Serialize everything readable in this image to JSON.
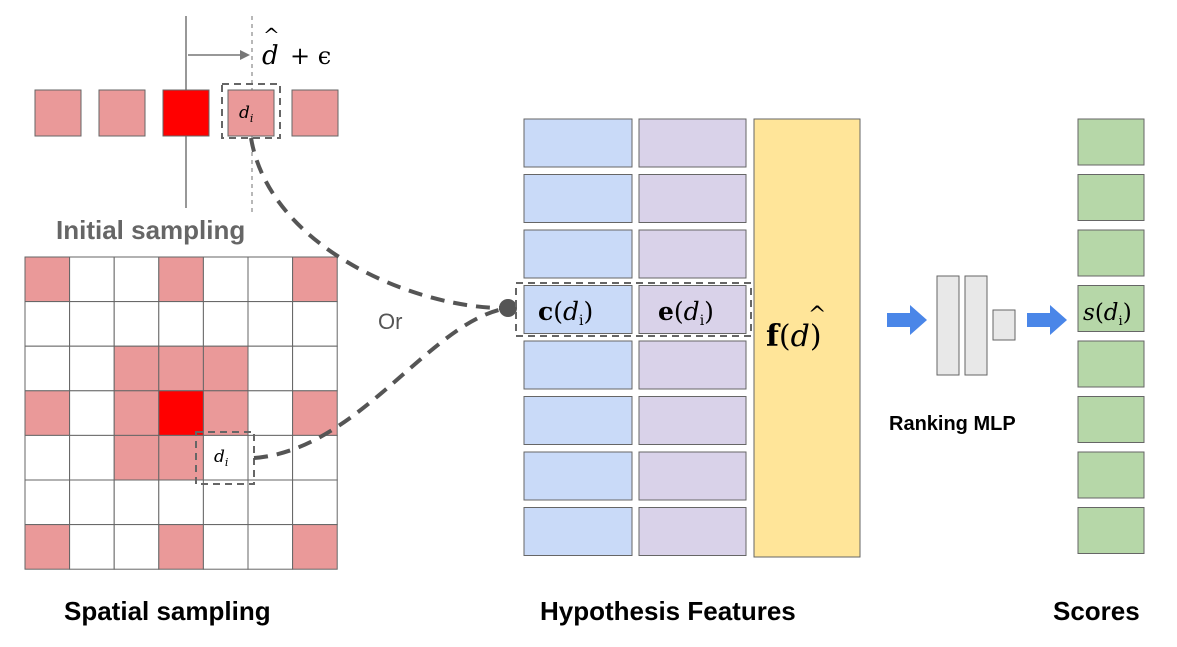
{
  "labels": {
    "initial_sampling": "Initial sampling",
    "spatial_sampling": "Spatial sampling",
    "hypothesis_features": "Hypothesis Features",
    "scores": "Scores",
    "ranking_mlp": "Ranking MLP",
    "or": "Or"
  },
  "math": {
    "d_hat_eps_d": "d",
    "d_hat_eps_rest": "+ ϵ",
    "di_d": "d",
    "di_sub": "i",
    "c_bold": "c",
    "e_bold": "e",
    "f_bold": "f",
    "f_d": "d",
    "s_func": "s"
  },
  "grid": {
    "rows": 7,
    "cols": 7,
    "pink_cells": [
      [
        0,
        0
      ],
      [
        0,
        3
      ],
      [
        0,
        6
      ],
      [
        2,
        2
      ],
      [
        2,
        3
      ],
      [
        2,
        4
      ],
      [
        3,
        0
      ],
      [
        3,
        2
      ],
      [
        3,
        4
      ],
      [
        3,
        6
      ],
      [
        4,
        2
      ],
      [
        4,
        3
      ],
      [
        6,
        0
      ],
      [
        6,
        3
      ],
      [
        6,
        6
      ]
    ],
    "red_cells": [
      [
        3,
        3
      ]
    ],
    "highlight_cell": [
      4,
      4
    ]
  },
  "initial_row": [
    "pink",
    "pink",
    "red",
    "pink",
    "pink"
  ],
  "features": {
    "rows": 8,
    "highlight_row": 3
  },
  "scores": {
    "rows": 8,
    "highlight_row": 3
  },
  "colors": {
    "pink": "#ea9999",
    "red": "#ff0000",
    "blue": "#c9daf8",
    "purple": "#d9d2e9",
    "yellow": "#ffe599",
    "green": "#b6d7a8",
    "arrow_blue": "#4a86e8",
    "mlp_gray": "#e8e8e8",
    "dash": "#555555"
  }
}
